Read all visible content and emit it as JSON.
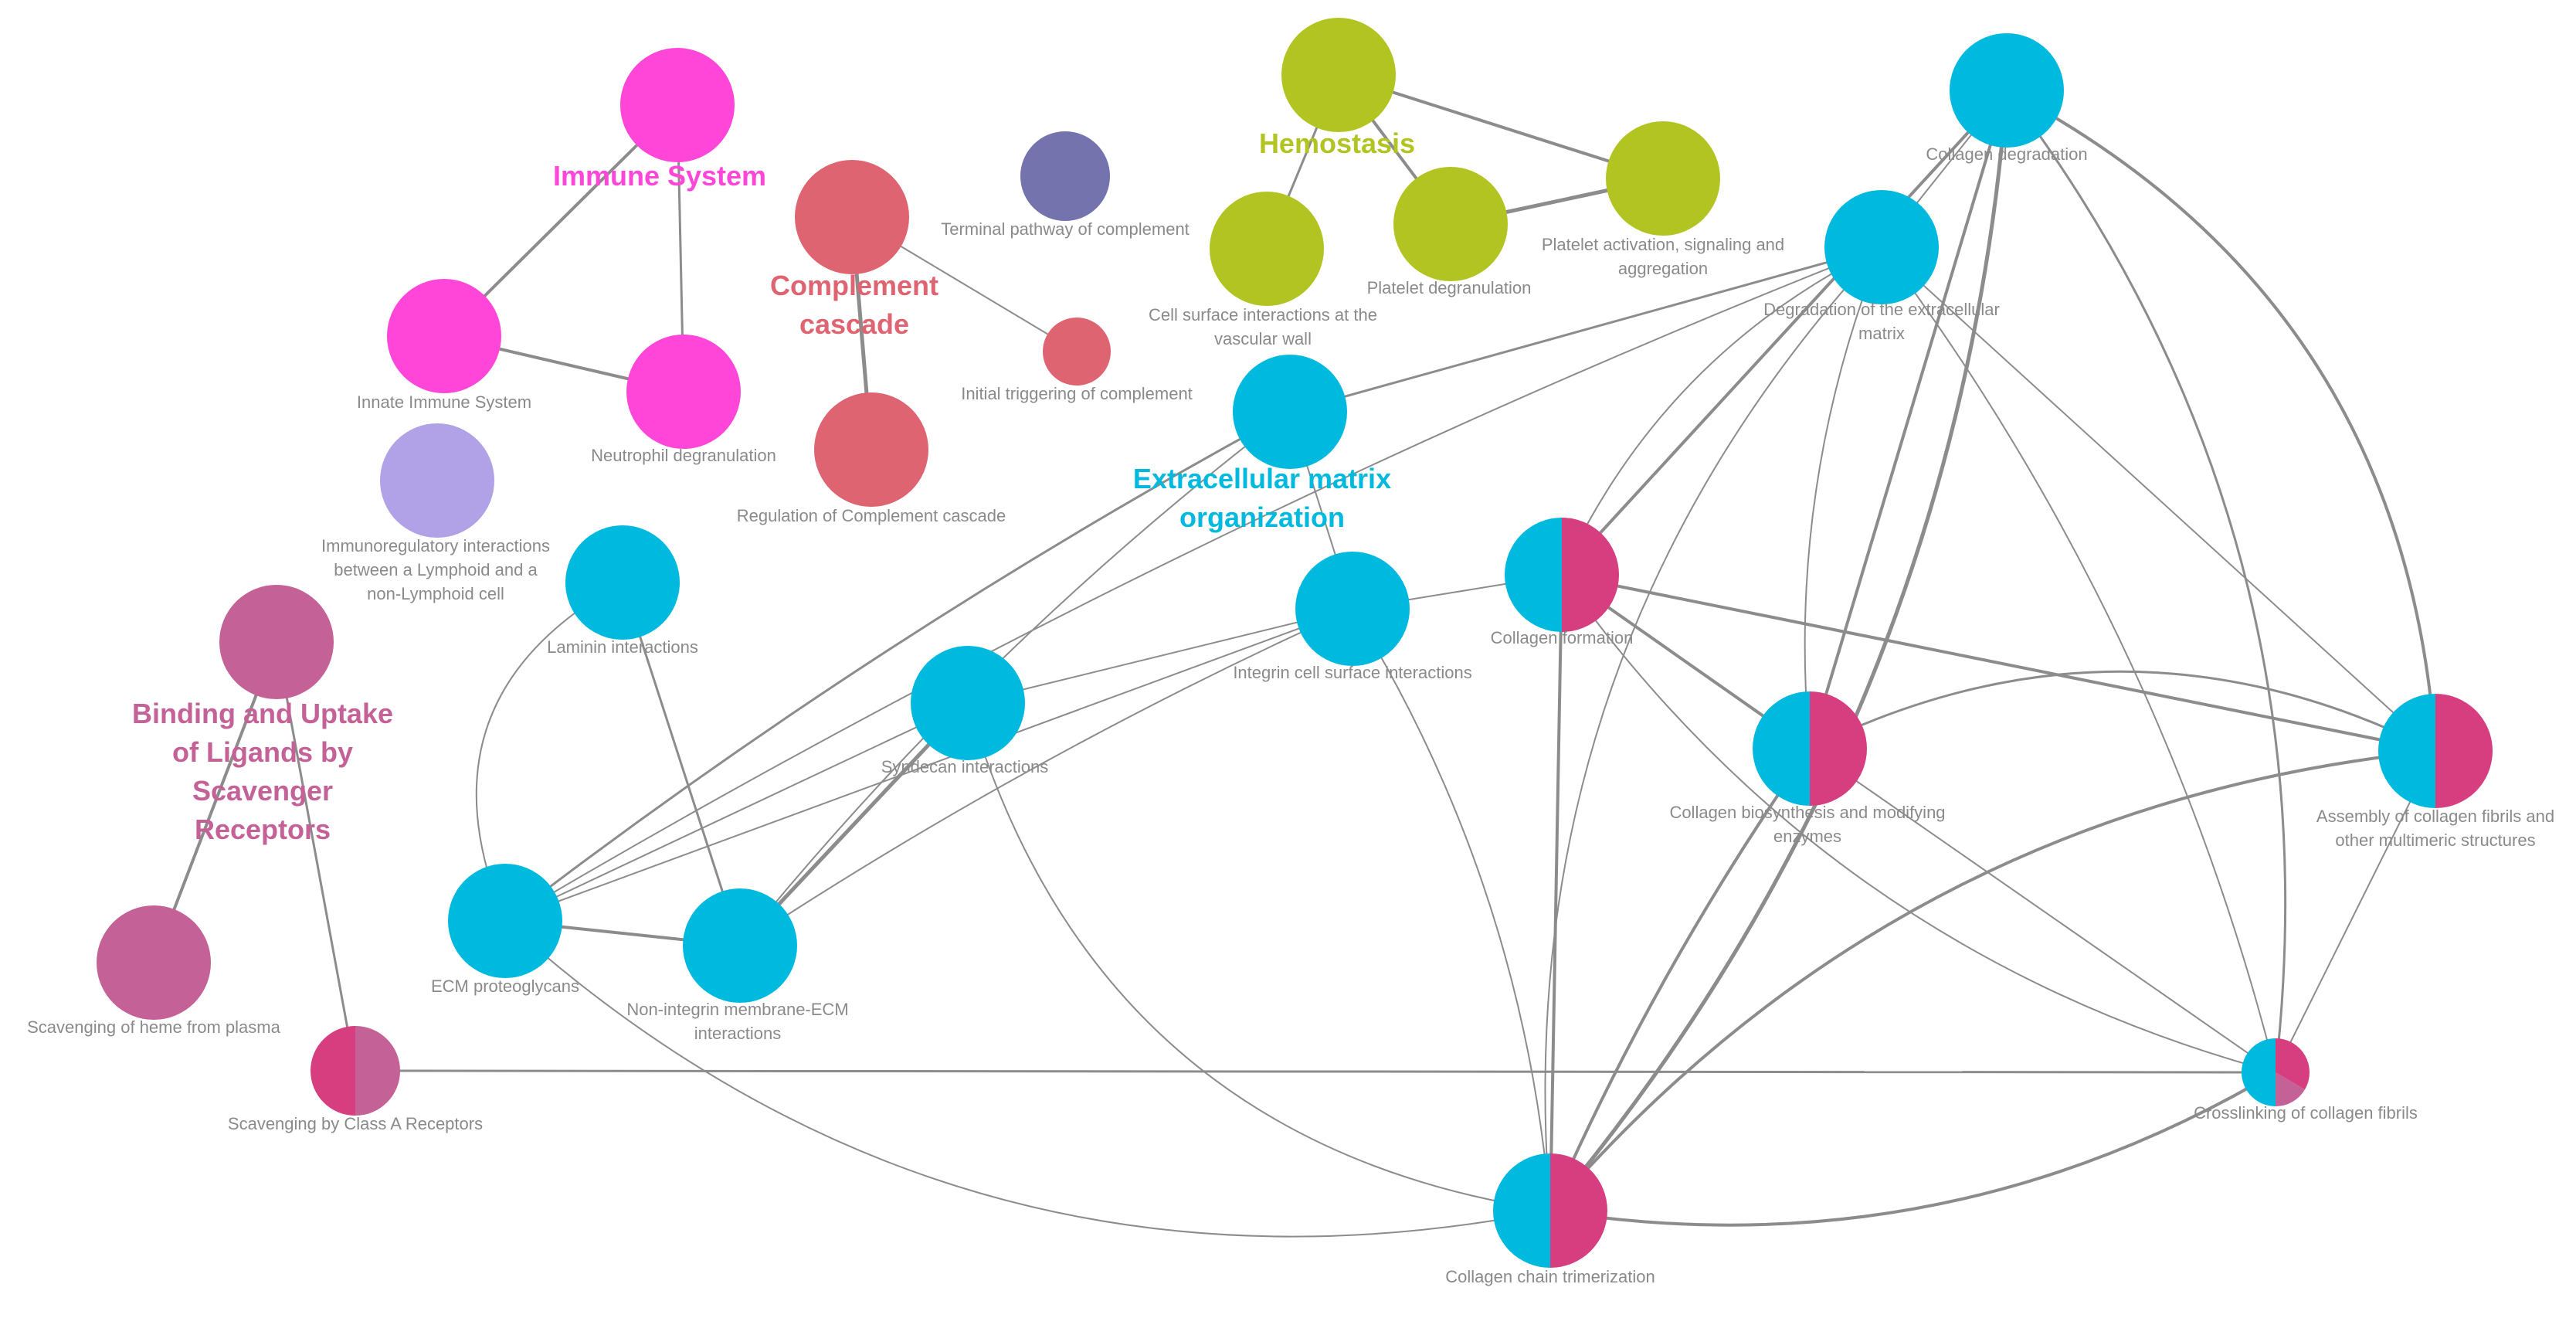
{
  "colors": {
    "immune": "#ff46d9",
    "complement": "#df6471",
    "hemostasis": "#b2c421",
    "ecm": "#00b9de",
    "collagen": "#d63e7f",
    "scavenger": "#c46197",
    "terminal": "#7473ae",
    "immunoreg": "#b1a2e7",
    "edge": "#8c8c8c"
  },
  "groups": [
    {
      "id": "immune",
      "lines": [
        "Immune System"
      ],
      "color": "#ff46d9"
    },
    {
      "id": "complement",
      "lines": [
        "Complement",
        "cascade"
      ],
      "color": "#df6471"
    },
    {
      "id": "hemostasis",
      "lines": [
        "Hemostasis"
      ],
      "color": "#b2c421"
    },
    {
      "id": "ecm",
      "lines": [
        "Extracellular matrix",
        "organization"
      ],
      "color": "#00b9de"
    },
    {
      "id": "scavenger",
      "lines": [
        "Binding and Uptake",
        "of Ligands by",
        "Scavenger",
        "Receptors"
      ],
      "color": "#c46197"
    }
  ],
  "nodes": [
    {
      "id": "immune_top",
      "label": [],
      "fill": [
        "#ff46d9"
      ]
    },
    {
      "id": "innate",
      "label": [
        "Innate Immune System"
      ],
      "fill": [
        "#ff46d9"
      ]
    },
    {
      "id": "neutrophil",
      "label": [
        "Neutrophil degranulation"
      ],
      "fill": [
        "#ff46d9"
      ]
    },
    {
      "id": "immunoreg",
      "label": [
        "Immunoregulatory interactions",
        "between a Lymphoid and a",
        "non-Lymphoid cell"
      ],
      "fill": [
        "#b1a2e7"
      ]
    },
    {
      "id": "complement_top",
      "label": [],
      "fill": [
        "#df6471"
      ]
    },
    {
      "id": "reg_complement",
      "label": [
        "Regulation of Complement cascade"
      ],
      "fill": [
        "#df6471"
      ]
    },
    {
      "id": "initial_trig",
      "label": [
        "Initial triggering of complement"
      ],
      "fill": [
        "#df6471"
      ]
    },
    {
      "id": "terminal",
      "label": [
        "Terminal pathway of complement"
      ],
      "fill": [
        "#7473ae"
      ]
    },
    {
      "id": "hemo_top",
      "label": [],
      "fill": [
        "#b2c421"
      ]
    },
    {
      "id": "cell_surface",
      "label": [
        "Cell surface interactions at the",
        "vascular wall"
      ],
      "fill": [
        "#b2c421"
      ]
    },
    {
      "id": "platelet_degr",
      "label": [
        "Platelet degranulation"
      ],
      "fill": [
        "#b2c421"
      ]
    },
    {
      "id": "platelet_act",
      "label": [
        "Platelet activation, signaling and",
        "aggregation"
      ],
      "fill": [
        "#b2c421"
      ]
    },
    {
      "id": "ecm_top",
      "label": [],
      "fill": [
        "#00b9de"
      ]
    },
    {
      "id": "laminin",
      "label": [
        "Laminin interactions"
      ],
      "fill": [
        "#00b9de"
      ]
    },
    {
      "id": "integrin",
      "label": [
        "Integrin cell surface interactions"
      ],
      "fill": [
        "#00b9de"
      ]
    },
    {
      "id": "syndecan",
      "label": [
        "Syndecan interactions"
      ],
      "fill": [
        "#00b9de"
      ]
    },
    {
      "id": "ecm_proteo",
      "label": [
        "ECM proteoglycans"
      ],
      "fill": [
        "#00b9de"
      ]
    },
    {
      "id": "non_integrin",
      "label": [
        "Non-integrin membrane-ECM",
        "interactions"
      ],
      "fill": [
        "#00b9de"
      ]
    },
    {
      "id": "coll_degr",
      "label": [
        "Collagen degradation"
      ],
      "fill": [
        "#00b9de"
      ]
    },
    {
      "id": "degr_ecm",
      "label": [
        "Degradation of the extracellular",
        "matrix"
      ],
      "fill": [
        "#00b9de"
      ]
    },
    {
      "id": "coll_form",
      "label": [
        "Collagen formation"
      ],
      "fill": [
        "#00b9de",
        "#d63e7f"
      ]
    },
    {
      "id": "coll_bio",
      "label": [
        "Collagen biosynthesis and modifying",
        "enzymes"
      ],
      "fill": [
        "#00b9de",
        "#d63e7f"
      ]
    },
    {
      "id": "assembly",
      "label": [
        "Assembly of collagen fibrils and",
        "other multimeric structures"
      ],
      "fill": [
        "#00b9de",
        "#d63e7f"
      ]
    },
    {
      "id": "crosslink",
      "label": [
        "Crosslinking of collagen fibrils"
      ],
      "fill": [
        "#00b9de",
        "#d63e7f",
        "#c46197"
      ]
    },
    {
      "id": "coll_chain",
      "label": [
        "Collagen chain trimerization"
      ],
      "fill": [
        "#00b9de",
        "#d63e7f"
      ]
    },
    {
      "id": "scav_top",
      "label": [],
      "fill": [
        "#c46197"
      ]
    },
    {
      "id": "scav_heme",
      "label": [
        "Scavenging of heme from plasma"
      ],
      "fill": [
        "#c46197"
      ]
    },
    {
      "id": "scav_classA",
      "label": [
        "Scavenging by Class A Receptors"
      ],
      "fill": [
        "#d63e7f",
        "#c46197"
      ]
    }
  ],
  "edges": [
    [
      "immune_top",
      "innate"
    ],
    [
      "immune_top",
      "neutrophil"
    ],
    [
      "innate",
      "neutrophil"
    ],
    [
      "complement_top",
      "reg_complement"
    ],
    [
      "complement_top",
      "initial_trig"
    ],
    [
      "hemo_top",
      "platelet_degr"
    ],
    [
      "hemo_top",
      "platelet_act"
    ],
    [
      "hemo_top",
      "cell_surface"
    ],
    [
      "platelet_degr",
      "platelet_act"
    ],
    [
      "scav_top",
      "scav_heme"
    ],
    [
      "scav_top",
      "scav_classA"
    ],
    [
      "scav_classA",
      "crosslink"
    ],
    [
      "ecm_top",
      "degr_ecm"
    ],
    [
      "ecm_top",
      "ecm_proteo"
    ],
    [
      "ecm_top",
      "non_integrin"
    ],
    [
      "ecm_top",
      "integrin"
    ],
    [
      "laminin",
      "ecm_proteo"
    ],
    [
      "laminin",
      "non_integrin"
    ],
    [
      "integrin",
      "ecm_proteo"
    ],
    [
      "integrin",
      "non_integrin"
    ],
    [
      "integrin",
      "syndecan"
    ],
    [
      "integrin",
      "coll_form"
    ],
    [
      "integrin",
      "coll_chain"
    ],
    [
      "syndecan",
      "ecm_proteo"
    ],
    [
      "syndecan",
      "non_integrin"
    ],
    [
      "syndecan",
      "coll_chain"
    ],
    [
      "ecm_proteo",
      "non_integrin"
    ],
    [
      "ecm_proteo",
      "coll_chain"
    ],
    [
      "ecm_proteo",
      "degr_ecm"
    ],
    [
      "coll_degr",
      "degr_ecm"
    ],
    [
      "coll_degr",
      "coll_form"
    ],
    [
      "coll_degr",
      "coll_bio"
    ],
    [
      "coll_degr",
      "assembly"
    ],
    [
      "coll_degr",
      "coll_chain"
    ],
    [
      "coll_degr",
      "crosslink"
    ],
    [
      "degr_ecm",
      "coll_form"
    ],
    [
      "degr_ecm",
      "coll_bio"
    ],
    [
      "degr_ecm",
      "assembly"
    ],
    [
      "degr_ecm",
      "coll_chain"
    ],
    [
      "degr_ecm",
      "crosslink"
    ],
    [
      "coll_form",
      "coll_bio"
    ],
    [
      "coll_form",
      "assembly"
    ],
    [
      "coll_form",
      "coll_chain"
    ],
    [
      "coll_form",
      "crosslink"
    ],
    [
      "coll_bio",
      "assembly"
    ],
    [
      "coll_bio",
      "coll_chain"
    ],
    [
      "coll_bio",
      "crosslink"
    ],
    [
      "assembly",
      "crosslink"
    ],
    [
      "assembly",
      "coll_chain"
    ],
    [
      "crosslink",
      "coll_chain"
    ]
  ]
}
